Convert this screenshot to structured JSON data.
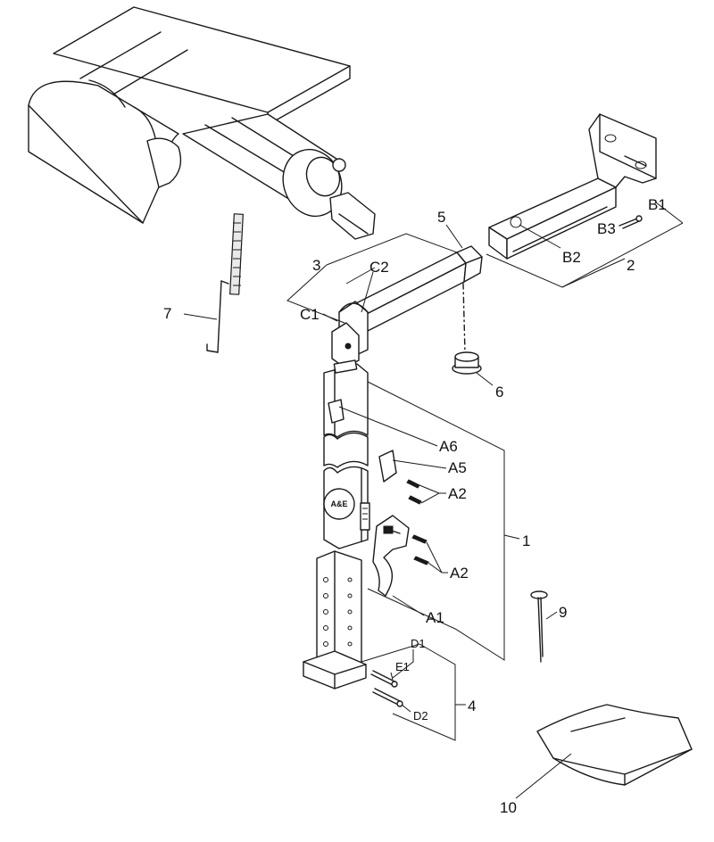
{
  "labels": {
    "p1": "1",
    "p2": "2",
    "p3": "3",
    "p4": "4",
    "p5": "5",
    "p6": "6",
    "p7": "7",
    "p9": "9",
    "p10": "10",
    "a1": "A1",
    "a2a": "A2",
    "a2b": "A2",
    "a5": "A5",
    "a6": "A6",
    "b1": "B1",
    "b2": "B2",
    "b3": "B3",
    "c1": "C1",
    "c2": "C2",
    "d1": "D1",
    "d2": "D2",
    "e1": "E1"
  },
  "logo_text": "A&E"
}
